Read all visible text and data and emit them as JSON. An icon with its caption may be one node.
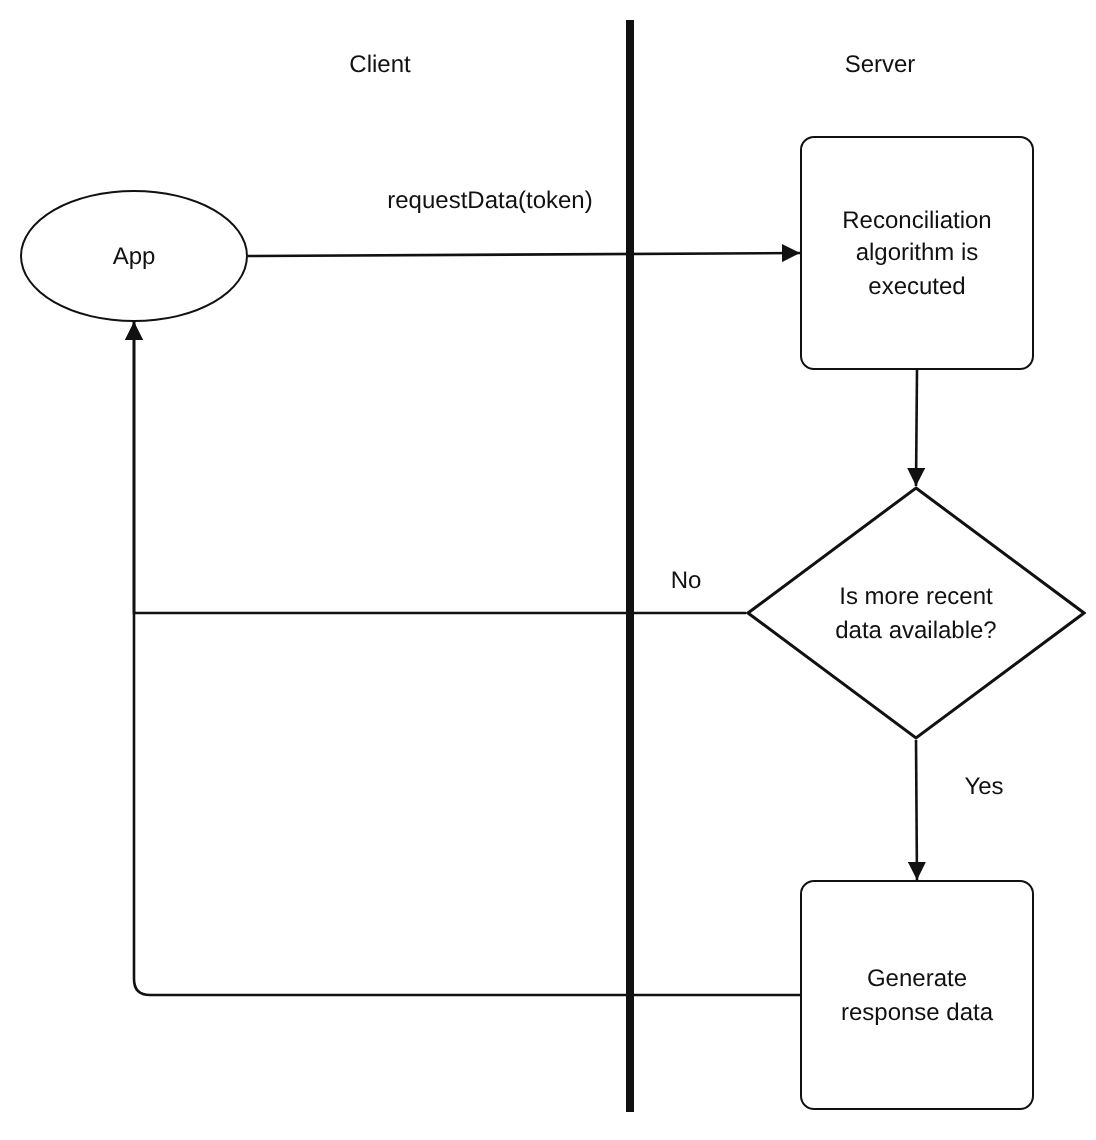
{
  "diagram": {
    "nodes": [
      {
        "text": [
          "App"
        ]
      },
      {
        "text": [
          "Reconciliation algorithm is executed"
        ]
      },
      {
        "text": [
          "Is more recent data available?"
        ]
      },
      {
        "text": [
          "Generate response data"
        ]
      }
    ],
    "edges": [
      {
        "from": 0,
        "to": 1,
        "arrow": "to",
        "label": "requestData(token)"
      },
      {
        "from": 1,
        "to": 2,
        "arrow": "to"
      },
      {
        "from": 2,
        "to": 0,
        "arrow": "to",
        "label": "No"
      },
      {
        "from": 2,
        "to": 3,
        "arrow": "to",
        "label": "Yes"
      },
      {
        "from": 3,
        "to": 0,
        "arrow": "to"
      }
    ],
    "labels": [
      "Client",
      "Server"
    ]
  }
}
